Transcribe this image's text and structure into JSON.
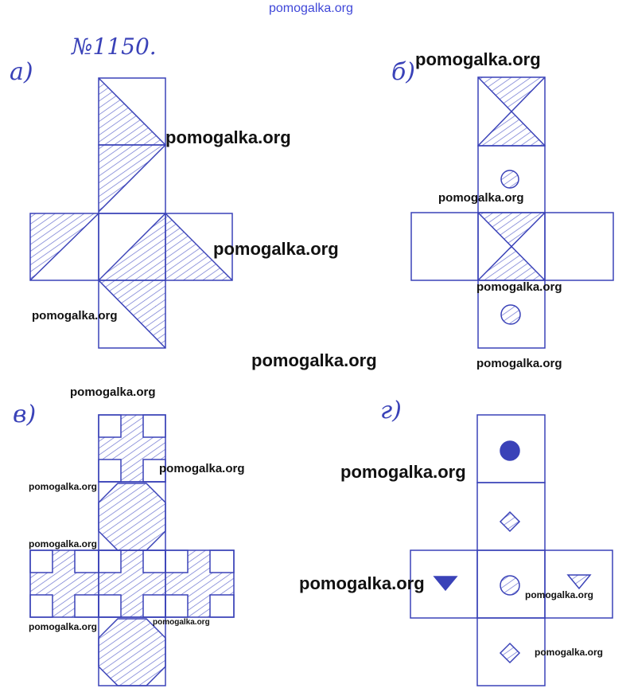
{
  "problem_number": "№1150.",
  "labels": {
    "a": "а)",
    "b": "б)",
    "v": "в)",
    "g": "г)"
  },
  "watermark_top": "pomogalka.org",
  "watermarks": [
    "pomogalka.org",
    "pomogalka.org",
    "pomogalka.org",
    "pomogalka.org",
    "pomogalka.org",
    "pomogalka.org",
    "pomogalka.org",
    "pomogalka.org",
    "pomogalka.org",
    "pomogalka.org",
    "pomogalka.org",
    "pomogalka.org",
    "pomogalka.org",
    "pomogalka.org",
    "pomogalka.org",
    "pomogalka.org",
    "pomogalka.org",
    "pomogalka.org"
  ],
  "colors": {
    "ink": "#3a42b8",
    "hatch": "#5a62c8",
    "watermark": "#111111",
    "watermark_top": "#3f47d8"
  }
}
